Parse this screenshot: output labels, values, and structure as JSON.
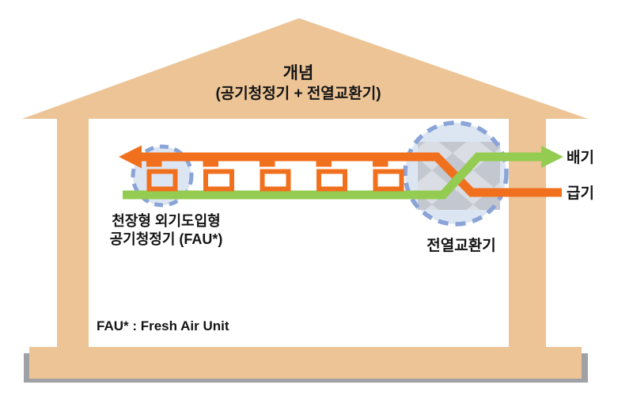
{
  "title": {
    "line1": "개념",
    "line2": "(공기청정기 + 전열교환기)"
  },
  "room": {
    "fau_label_line1": "천장형 외기도입형",
    "fau_label_line2": "공기청정기 (FAU*)",
    "heat_exchanger_label": "전열교환기",
    "footnote": "FAU* : Fresh Air Unit",
    "fau_unit_count": 5
  },
  "flows": {
    "exhaust_label": "배기",
    "supply_label": "급기"
  },
  "colors": {
    "house_tan": "#ECC496",
    "slab_shadow": "#9FA1A4",
    "supply_orange": "#F0701E",
    "exhaust_green": "#94CC52",
    "dash_blue": "#8AA4D8",
    "highlight_fill": "#DCE6F2",
    "exchanger_gray": "#C3C7CF",
    "exchanger_gray_light": "#DADDE3",
    "text": "#141414"
  }
}
